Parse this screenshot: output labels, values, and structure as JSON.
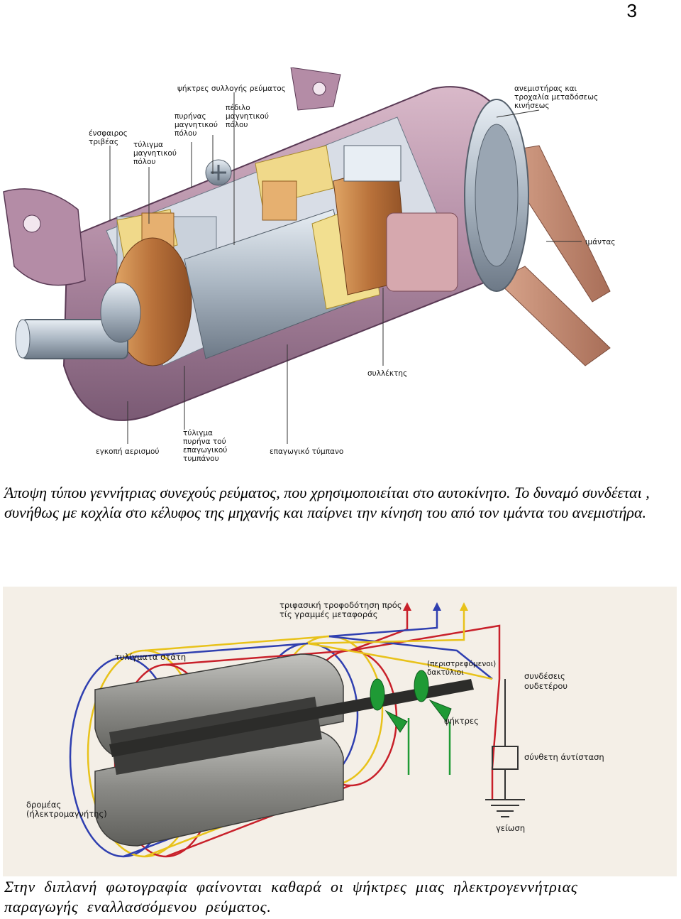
{
  "page_number": "3",
  "figure1": {
    "labels": {
      "brush_label": "ψήκτρες συλλογής ρεύματος",
      "fan_label_l1": "ανεμιστήρας και",
      "fan_label_l2": "τροχαλία μεταδόσεως",
      "fan_label_l3": "κινήσεως",
      "pole_shoe_l1": "πέδιλο",
      "pole_shoe_l2": "μαγνητικού",
      "pole_shoe_l3": "πόλου",
      "pole_core_l1": "πυρήνας",
      "pole_core_l2": "μαγνητικού",
      "pole_core_l3": "πόλου",
      "friction_ring_l1": "ένσφαιρος",
      "friction_ring_l2": "τριβέας",
      "pole_winding_l1": "τύλιγμα",
      "pole_winding_l2": "μαγνητικού",
      "pole_winding_l3": "πόλου",
      "belt": "ιμάντας",
      "commutator": "συλλέκτης",
      "ventilation_slot": "εγκοπή αερισμού",
      "armature_winding_l1": "τύλιγμα",
      "armature_winding_l2": "πυρήνα τού",
      "armature_winding_l3": "επαγωγικού",
      "armature_winding_l4": "τυμπάνου",
      "armature_drum": "επαγωγικό τύμπανο"
    }
  },
  "caption1": "Άποψη τύπου γεννήτριας συνεχούς ρεύματος, που χρησιμοποιείται στο αυτοκίνητο. Το δυναμό συνδέεται , συνήθως με κοχλία στο κέλυφος της μηχανής και παίρνει την κίνηση του από τον ιμάντα του ανεμιστήρα.",
  "figure2": {
    "labels": {
      "three_phase_l1": "τριφασική τροφοδότηση πρός",
      "three_phase_l2": "τίς γραμμές μεταφοράς",
      "stator_windings": "τυλίγματα στάτη",
      "slip_rings_l1": "(περιστρεφόμενοι)",
      "slip_rings_l2": "δακτύλιοι",
      "neutral_l1": "συνδέσεις",
      "neutral_l2": "ουδετέρου",
      "brushes": "ψήκτρες",
      "composite_resistance": "σύνθετη άντίσταση",
      "rotor_l1": "δρομέας",
      "rotor_l2": "(ήλεκτρομαγνήτης)",
      "ground": "γείωση"
    },
    "colors": {
      "red": "#c8202a",
      "blue": "#2f3fb0",
      "yellow": "#e8c21a",
      "green": "#1f9a35"
    }
  },
  "caption2": "Στην διπλανή φωτογραφία φαίνονται καθαρά οι ψήκτρες μιας ηλεκτρογεννήτριας παραγωγής εναλλασσόμενου ρεύματος."
}
